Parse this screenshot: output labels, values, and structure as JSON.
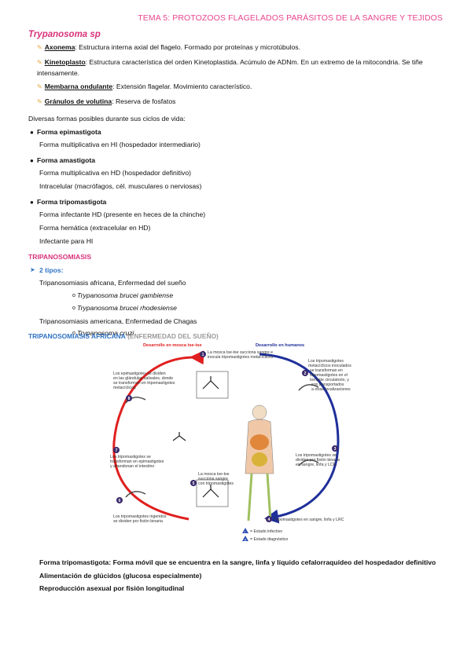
{
  "header": "TEMA 5: PROTOZOOS FLAGELADOS PARÁSITOS DE LA SANGRE Y TEJIDOS",
  "title": "Trypanosoma sp",
  "definitions": [
    {
      "term": "Axonema",
      "text": ": Estructura interna axial del flagelo. Formado por proteínas y microtúbulos."
    },
    {
      "term": "Kinetoplasto",
      "text": ": Estructura característica del orden Kinetoplastida. Acúmulo de ADNm. En un extremo de la mitocondria. Se tiñe intensamente."
    },
    {
      "term": "Membarna ondulante",
      "text": ": Extensión flagelar. Movimiento característico."
    },
    {
      "term": "Gránulos de volutina",
      "text": ": Reserva de fosfatos"
    }
  ],
  "intro": "Diversas formas posibles durante sus ciclos de vida:",
  "forms": [
    {
      "name": "Forma epimastigota",
      "lines": [
        "Forma multiplicativa en HI (hospedador intermediario)"
      ]
    },
    {
      "name": "Forma amastigota",
      "lines": [
        "Forma multiplicativa en HD (hospedador definitivo)",
        "Intracelular (macrófagos, cél. musculares o nerviosas)"
      ]
    },
    {
      "name": "Forma tripomastigota",
      "lines": [
        "Forma infectante HD (presente en heces de la chinche)",
        "Forma hemática (extracelular en HD)",
        "Infectante para HI"
      ]
    }
  ],
  "section1": {
    "title": "TRIPANOSOMIASIS",
    "tipos": "2 tipos:",
    "africana": "Tripanosomiasis africana, Enfermedad del sueño",
    "africana_species": [
      "Trypanosoma brucei gambiense",
      "Trypanosoma brucei rhodesiense"
    ],
    "americana": "Tripanosomiasis americana, Enfermedad de Chagas",
    "americana_species": [
      "Trypanosoma cruzi"
    ]
  },
  "section2": {
    "title": "TRIPANOSOMIASIS AFRICANA",
    "subtitle": "(ENFERMEDAD DEL SUEÑO)"
  },
  "diagram": {
    "left_header": "Desarrollo en mosca tse-tse",
    "right_header": "Desarrollo en humanos",
    "steps": [
      {
        "n": "1",
        "lines": [
          "La mosca tse-tse succiona sangre e",
          "inocula tripomastigotes metacíclicos"
        ]
      },
      {
        "n": "2",
        "lines": [
          "Los tripomastigotes",
          "metacíclicos inoculados",
          "se transforman en",
          "tripomastigotes en el",
          "torrente circulatorio, y",
          "son transportados",
          "a otras localizaciones"
        ]
      },
      {
        "n": "3",
        "lines": [
          "Los tripomastigotes se",
          "dividen por fisión binaria",
          "en sangre, linfa y LCR"
        ]
      },
      {
        "n": "4",
        "lines": [
          "Tripomastigotes en sangre, linfa y LRC"
        ]
      },
      {
        "n": "5",
        "lines": [
          "La mosca tse-tse",
          "succiona sangre",
          "con tripomastigotes"
        ]
      },
      {
        "n": "6",
        "lines": [
          "Los tripomastigotes ingeridos",
          "se dividen por fisión binaria"
        ]
      },
      {
        "n": "7",
        "lines": [
          "Los tripomastigotes se",
          "transforman en epimastigotes",
          "y abandonan el intestino"
        ]
      },
      {
        "n": "8",
        "lines": [
          "Los epimastigotes se dividen",
          "en las glándulas salivales, donde",
          "se transforman en tripomastigotes",
          "metacíclicos"
        ]
      }
    ],
    "legend": [
      "= Estado infectivo",
      "= Estado diagnóstico"
    ],
    "legend_marks": [
      "i",
      "d"
    ]
  },
  "footer": [
    "Forma tripomastigota: Forma móvil que se encuentra en la sangre, linfa y líquido cefalorraquídeo del hospedador definitivo",
    "Alimentación de glúcidos (glucosa especialmente)",
    "Reproducción asexual por fisión longitudinal"
  ],
  "colors": {
    "pink": "#d8337a",
    "blue": "#2f73c5",
    "red_arrow": "#e02020",
    "blue_arrow": "#1f2f9a",
    "step_circle": "#3b2a6b"
  }
}
